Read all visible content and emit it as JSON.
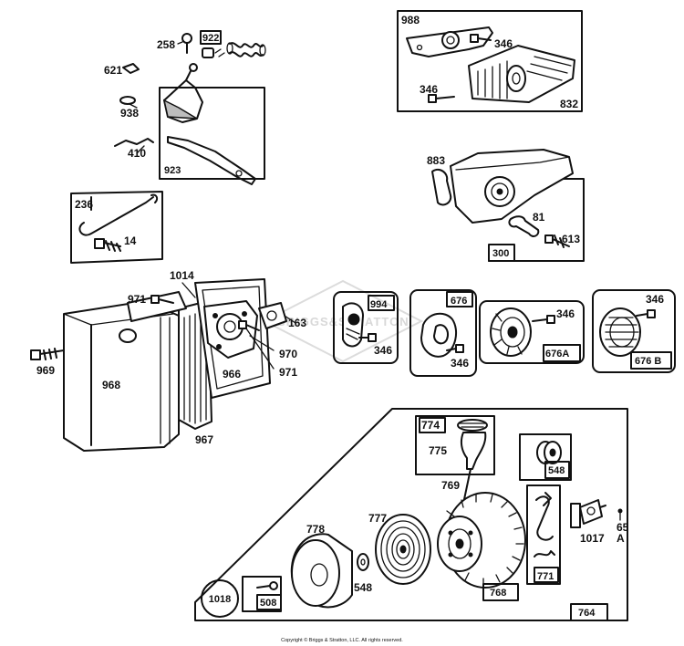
{
  "labels": {
    "p258": "258",
    "p922": "922",
    "p621": "621",
    "p938": "938",
    "p410": "410",
    "p923": "923",
    "p236": "236",
    "p14": "14",
    "p988": "988",
    "p346a": "346",
    "p346b": "346",
    "p832": "832",
    "p883": "883",
    "p81": "81",
    "p613": "613",
    "p300": "300",
    "p1014": "1014",
    "p971a": "971",
    "p163": "163",
    "p970": "970",
    "p971b": "971",
    "p969": "969",
    "p968": "968",
    "p966": "966",
    "p967": "967",
    "p994": "994",
    "p346c": "346",
    "p676": "676",
    "p346d": "346",
    "p346e": "346",
    "p676A": "676A",
    "p346f": "346",
    "p676B": "676 B",
    "p774": "774",
    "p775": "775",
    "p769": "769",
    "p548a": "548",
    "p777": "777",
    "p778": "778",
    "p548b": "548",
    "p768": "768",
    "p771": "771",
    "p1017": "1017",
    "p65": "65",
    "p65A": "A",
    "p1018": "1018",
    "p508": "508",
    "p764": "764"
  },
  "watermark": "BRIGGS&STRATTON",
  "copyright": "Copyright © Briggs & Stratton, LLC. All rights reserved."
}
